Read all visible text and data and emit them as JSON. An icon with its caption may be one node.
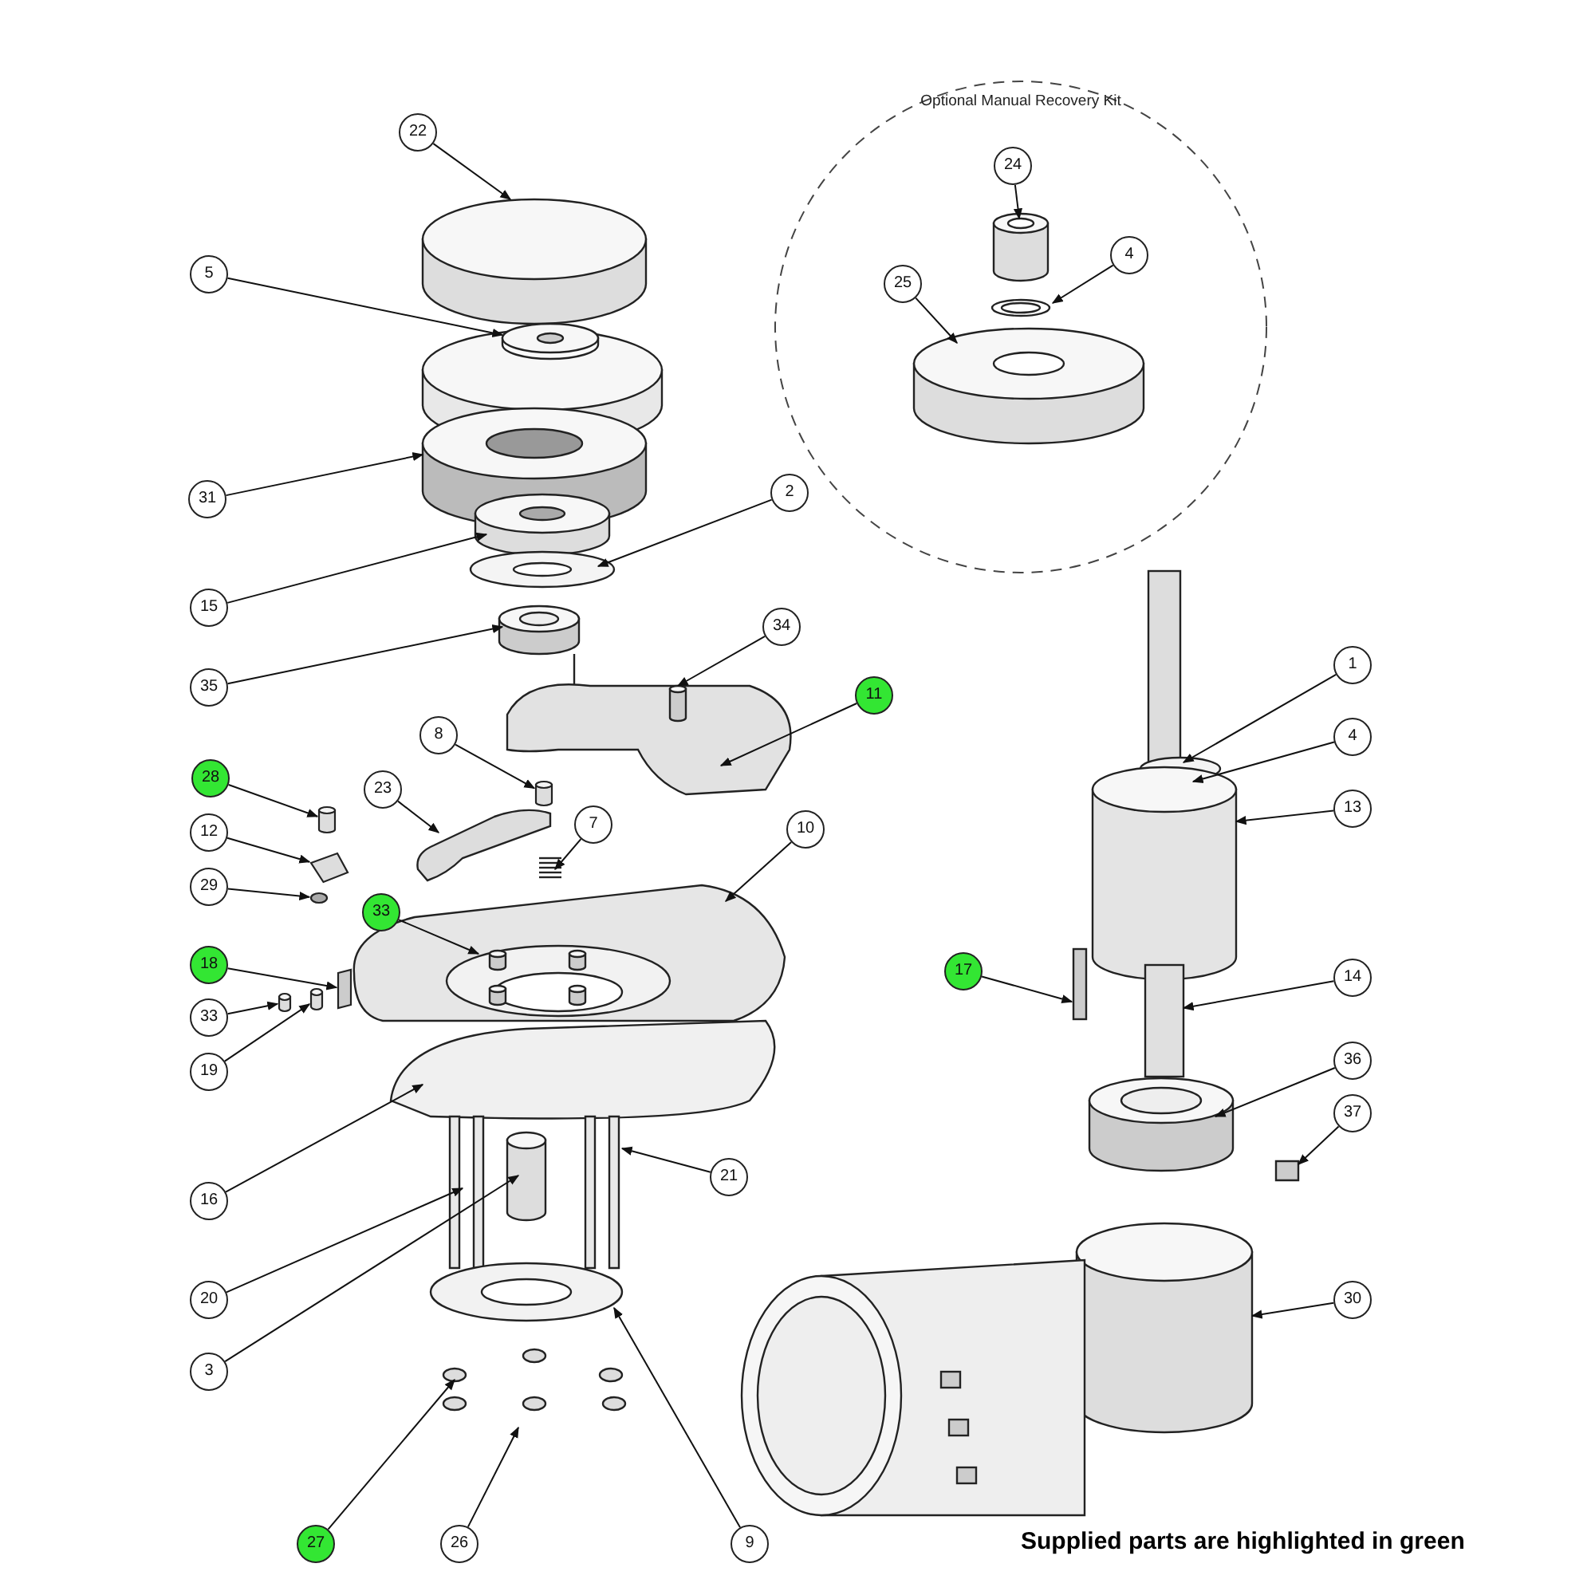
{
  "diagram": {
    "nodes": [
      {
        "text": [
          "Optional Manual Recovery Kit"
        ]
      },
      {
        "text": [
          "24"
        ],
        "in": 0
      },
      {
        "text": [
          "4"
        ],
        "in": 0
      },
      {
        "text": [
          "25"
        ],
        "in": 0
      },
      {
        "text": [
          "22"
        ]
      },
      {
        "text": [
          "5"
        ]
      },
      {
        "text": [
          "31"
        ]
      },
      {
        "text": [
          "2"
        ]
      },
      {
        "text": [
          "15"
        ]
      },
      {
        "text": [
          "35"
        ]
      },
      {
        "text": [
          "34"
        ]
      },
      {
        "text": [
          "11"
        ]
      },
      {
        "text": [
          "8"
        ]
      },
      {
        "text": [
          "28"
        ]
      },
      {
        "text": [
          "23"
        ]
      },
      {
        "text": [
          "12"
        ]
      },
      {
        "text": [
          "7"
        ]
      },
      {
        "text": [
          "10"
        ]
      },
      {
        "text": [
          "29"
        ]
      },
      {
        "text": [
          "33"
        ]
      },
      {
        "text": [
          "18"
        ]
      },
      {
        "text": [
          "33"
        ]
      },
      {
        "text": [
          "19"
        ]
      },
      {
        "text": [
          "16"
        ]
      },
      {
        "text": [
          "20"
        ]
      },
      {
        "text": [
          "21"
        ]
      },
      {
        "text": [
          "3"
        ]
      },
      {
        "text": [
          "27"
        ]
      },
      {
        "text": [
          "26"
        ]
      },
      {
        "text": [
          "9"
        ]
      },
      {
        "text": [
          "1"
        ]
      },
      {
        "text": [
          "4"
        ]
      },
      {
        "text": [
          "13"
        ]
      },
      {
        "text": [
          "17"
        ]
      },
      {
        "text": [
          "14"
        ]
      },
      {
        "text": [
          "36"
        ]
      },
      {
        "text": [
          "37"
        ]
      },
      {
        "text": [
          "30"
        ]
      },
      {
        "text": [],
        "shape": "cylinder"
      },
      {
        "text": [],
        "shape": "cylinder"
      },
      {
        "text": [],
        "shape": "box"
      },
      {
        "text": [],
        "shape": "circle"
      },
      {
        "text": [],
        "shape": "bar"
      },
      {
        "text": [],
        "shape": "cylinder"
      },
      {
        "text": [],
        "shape": "cylinder"
      }
    ],
    "edges": [
      {
        "from": 1,
        "to": null,
        "arrow": "to"
      },
      {
        "from": 2,
        "to": null,
        "arrow": "to"
      },
      {
        "from": 3,
        "to": null,
        "arrow": "to"
      },
      {
        "from": 4,
        "to": null,
        "arrow": "to"
      },
      {
        "from": 5,
        "to": null,
        "arrow": "to"
      },
      {
        "from": 6,
        "to": null,
        "arrow": "to"
      },
      {
        "from": 7,
        "to": null,
        "arrow": "to"
      },
      {
        "from": 8,
        "to": null,
        "arrow": "to"
      },
      {
        "from": 9,
        "to": null,
        "arrow": "to"
      },
      {
        "from": 10,
        "to": null,
        "arrow": "to"
      },
      {
        "from": 11,
        "to": null,
        "arrow": "to"
      },
      {
        "from": 12,
        "to": 38,
        "arrow": "to"
      },
      {
        "from": 13,
        "to": 39,
        "arrow": "to"
      },
      {
        "from": 14,
        "to": null,
        "arrow": "to"
      },
      {
        "from": 15,
        "to": 40,
        "arrow": "to"
      },
      {
        "from": 16,
        "to": null,
        "arrow": "to"
      },
      {
        "from": 17,
        "to": null,
        "arrow": "to"
      },
      {
        "from": 18,
        "to": 41,
        "arrow": "to"
      },
      {
        "from": 19,
        "to": null,
        "arrow": "to"
      },
      {
        "from": 20,
        "to": 42,
        "arrow": "to"
      },
      {
        "from": 21,
        "to": 44,
        "arrow": "to"
      },
      {
        "from": 22,
        "to": 43,
        "arrow": "to"
      },
      {
        "from": 23,
        "to": null,
        "arrow": "to"
      },
      {
        "from": 24,
        "to": null,
        "arrow": "to"
      },
      {
        "from": 25,
        "to": null,
        "arrow": "to"
      },
      {
        "from": 26,
        "to": null,
        "arrow": "to"
      },
      {
        "from": 27,
        "to": null,
        "arrow": "to"
      },
      {
        "from": 28,
        "to": null,
        "arrow": "to"
      },
      {
        "from": 29,
        "to": null,
        "arrow": "to"
      },
      {
        "from": 30,
        "to": null,
        "arrow": "to"
      },
      {
        "from": 31,
        "to": null,
        "arrow": "to"
      },
      {
        "from": 32,
        "to": null,
        "arrow": "to"
      },
      {
        "from": 33,
        "to": null,
        "arrow": "to"
      },
      {
        "from": 34,
        "to": null,
        "arrow": "to"
      },
      {
        "from": 35,
        "to": null,
        "arrow": "to"
      },
      {
        "from": 36,
        "to": null,
        "arrow": "to"
      },
      {
        "from": 37,
        "to": null,
        "arrow": "to"
      }
    ],
    "legend": [
      {
        "text": "Supplied parts are highlighted in green",
        "color": "#33e633"
      }
    ]
  }
}
